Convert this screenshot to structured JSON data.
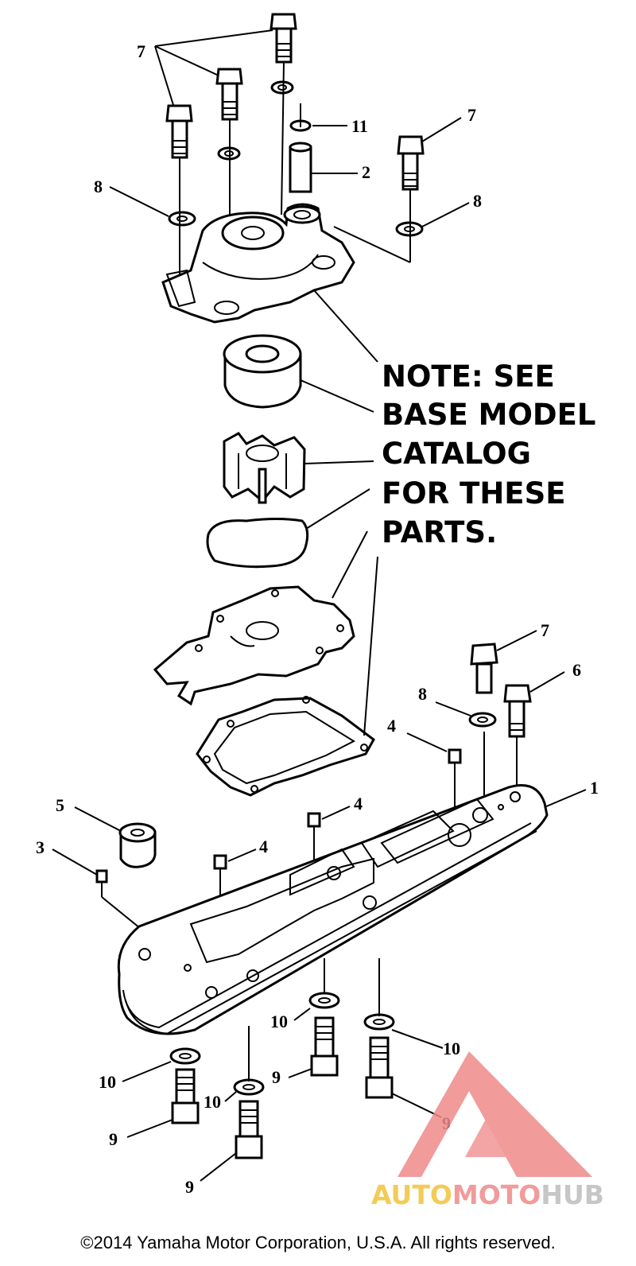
{
  "note": {
    "lines": [
      "NOTE: SEE",
      "BASE MODEL",
      "CATALOG",
      "FOR THESE",
      "PARTS."
    ]
  },
  "callouts": {
    "c7a": "7",
    "c7b": "7",
    "c7c": "7",
    "c11": "11",
    "c2": "2",
    "c8a": "8",
    "c8b": "8",
    "c7d": "7",
    "c6": "6",
    "c8c": "8",
    "c4a": "4",
    "c4b": "4",
    "c4c": "4",
    "c1": "1",
    "c5": "5",
    "c3": "3",
    "c10a": "10",
    "c10b": "10",
    "c10c": "10",
    "c10d": "10",
    "c9a": "9",
    "c9b": "9",
    "c9c": "9",
    "c9d": "9"
  },
  "watermark": {
    "auto": "AUTO",
    "moto": "MOTO",
    "hub": "HUB",
    "colors": {
      "auto": "#f2c23a",
      "moto": "#ef8a8a",
      "hub": "#bdbdbd"
    }
  },
  "copyright": "©2014 Yamaha Motor Corporation, U.S.A. All rights reserved."
}
